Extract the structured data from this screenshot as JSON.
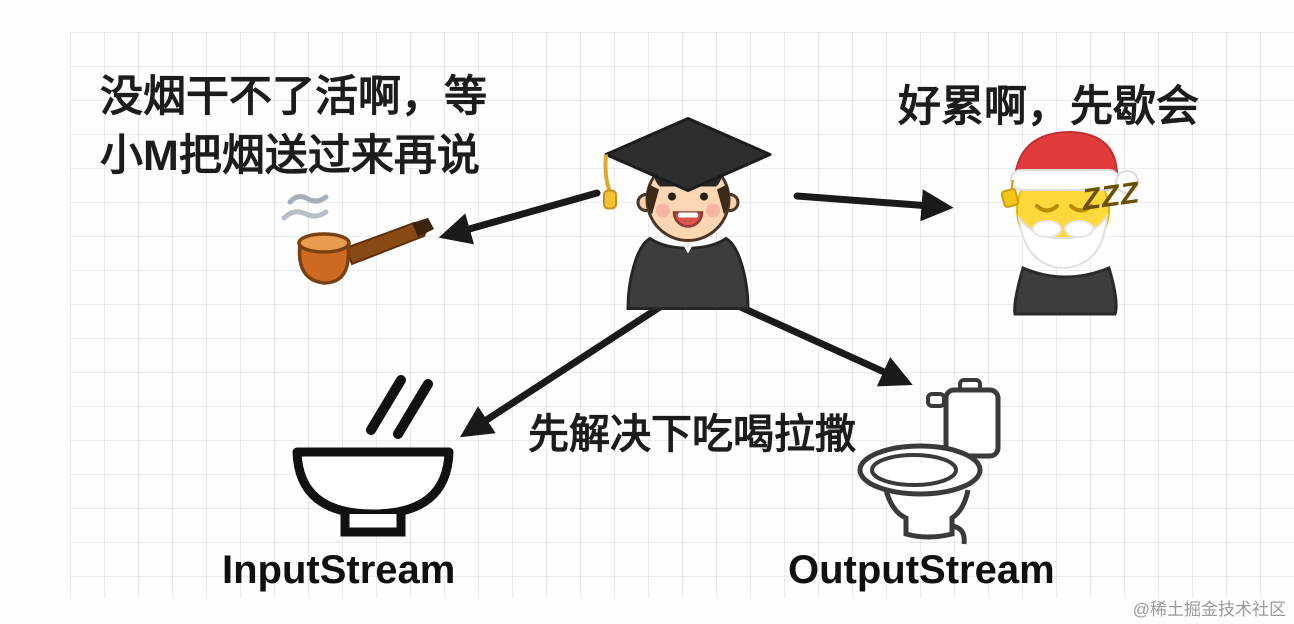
{
  "speech": {
    "top_left_line1": "没烟干不了活啊，等",
    "top_left_line2": "小M把烟送过来再说",
    "top_right": "好累啊，先歇会",
    "middle": "先解决下吃喝拉撒"
  },
  "labels": {
    "input_stream": "InputStream",
    "output_stream": "OutputStream"
  },
  "santa": {
    "zzz": "ZZZ"
  },
  "watermark": "@稀土掘金技术社区",
  "icons": {
    "pipe": "pipe-icon",
    "graduate": "graduate-student-icon",
    "sleeping_santa": "sleeping-santa-icon",
    "bowl_chopsticks": "bowl-chopsticks-icon",
    "toilet": "toilet-icon"
  },
  "colors": {
    "text": "#1c1c1c",
    "arrow": "#1a1a1a",
    "pipe_bowl": "#cd6a1f",
    "santa_hat": "#e23b3b",
    "emoji_face": "#ffd93b",
    "grid_line": "#dedede",
    "watermark": "#9b9b9b"
  }
}
